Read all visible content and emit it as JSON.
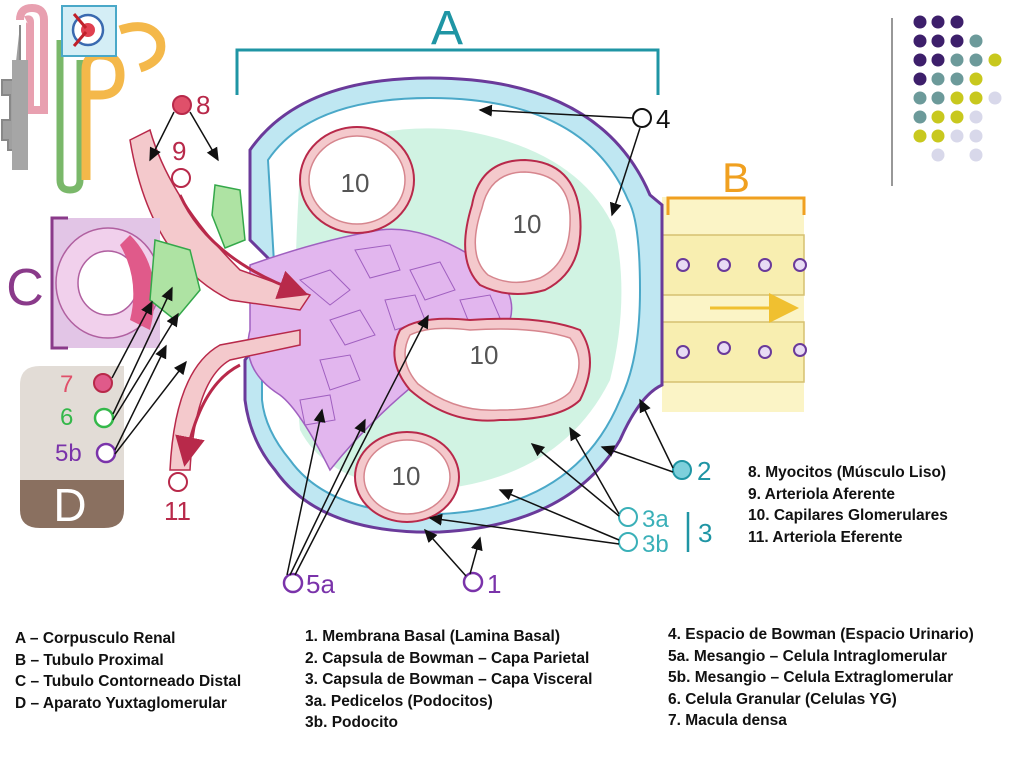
{
  "letters": {
    "A": "A",
    "B": "B",
    "C": "C",
    "D": "D"
  },
  "callouts": {
    "n1": "1",
    "n2": "2",
    "n3": "3",
    "n3a": "3a",
    "n3b": "3b",
    "n4": "4",
    "n5a": "5a",
    "n5b": "5b",
    "n6": "6",
    "n7": "7",
    "n8": "8",
    "n9": "9",
    "n10": "10",
    "n11": "11"
  },
  "legend_abcd": [
    "A – Corpusculo Renal",
    "B – Tubulo Proximal",
    "C – Tubulo Contorneado Distal",
    "D – Aparato Yuxtaglomerular"
  ],
  "legend_1_3": [
    "1. Membrana Basal (Lamina Basal)",
    "2. Capsula de Bowman – Capa Parietal",
    "3. Capsula de Bowman – Capa Visceral",
    "3a. Pedicelos (Podocitos)",
    "3b. Podocito"
  ],
  "legend_4_7": [
    "4. Espacio de Bowman (Espacio Urinario)",
    "5a. Mesangio – Celula Intraglomerular",
    "5b. Mesangio – Celula Extraglomerular",
    "6. Celula Granular (Celulas YG)",
    "7. Macula densa"
  ],
  "legend_8_11": [
    "8. Myocitos (Músculo Liso)",
    "9. Arteriola Aferente",
    "10. Capilares Glomerulares",
    "11. Arteriola Eferente"
  ],
  "colors": {
    "bracket": "#1f95a4",
    "capsule_outer": "#6a3a9a",
    "parietal": "#bfe7f2",
    "bowman_space": "#ffffff",
    "podocyte": "#b8ecd7",
    "capillary": "#f4c9cc",
    "mesangium": "#e2b6ee",
    "tubule": "#f8eeb0",
    "tubule_orange": "#f0a020",
    "macula": "#e05a8a",
    "granular": "#aee3a3",
    "arteriole_red": "#b8294a",
    "callout_purple": "#7a33aa",
    "callout_green": "#34b84a",
    "callout_teal": "#3ab0b8",
    "callout_red": "#e0506a",
    "d_box_top": "#e2dcd6",
    "d_box_bottom": "#8a7060",
    "dot_purple": "#3d1f6b",
    "dot_teal": "#6c9a9a",
    "dot_yellow": "#c8c81e",
    "dot_lavender": "#d8d8ea"
  },
  "icons": [
    "nephron-thumbnail-icon",
    "color-palette-dots-icon"
  ]
}
